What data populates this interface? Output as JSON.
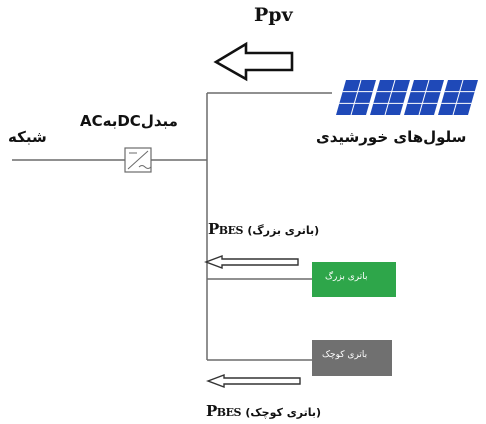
{
  "labels": {
    "ppv": "Ppv",
    "grid": "شبکه",
    "converter": "مبدلDCبهAC",
    "solar_cells": "سلول‌های خورشیدی",
    "pbes_big_prefix": "P",
    "pbes_big_sub": "BES",
    "pbes_big_desc": "(باتری بزرگ)",
    "pbes_small_prefix": "P",
    "pbes_small_sub": "BES",
    "pbes_small_desc": "(باتری کوچک)",
    "battery_big": "باتری بزرگ",
    "battery_small": "باتری کوچک"
  },
  "colors": {
    "line": "#6b6b6b",
    "panel": "#1f49b8",
    "panel_grid": "#ffffff",
    "battery_big": "#2ea64a",
    "battery_small": "#707070"
  }
}
